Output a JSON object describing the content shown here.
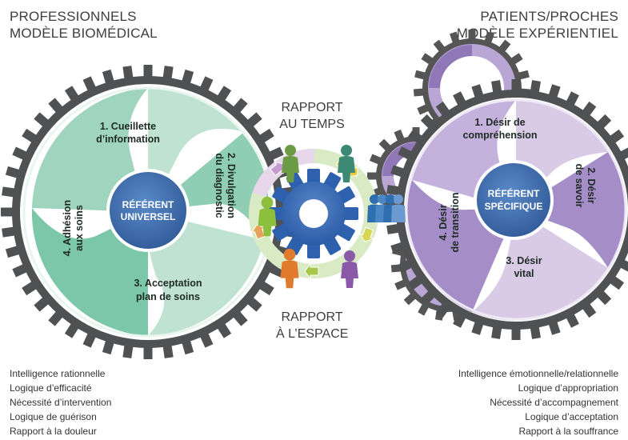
{
  "header_left": {
    "line1": "PROFESSIONNELS",
    "line2": "MODÈLE BIOMÉDICAL"
  },
  "header_right": {
    "line1": "PATIENTS/PROCHES",
    "line2": "MODÈLE EXPÉRIENTIEL"
  },
  "center": {
    "time_line1": "RAPPORT",
    "time_line2": "AU TEMPS",
    "space_line1": "RAPPORT",
    "space_line2": "À L’ESPACE"
  },
  "left_gear": {
    "referent_line1": "RÉFÉRENT",
    "referent_line2": "UNIVERSEL",
    "sector1_line1": "1. Cueillette",
    "sector1_line2": "d’information",
    "sector2_line1": "2. Divulgation",
    "sector2_line2": "du diagnostic",
    "sector3_line1": "3. Acceptation",
    "sector3_line2": "plan de soins",
    "sector4_line1": "4. Adhésion",
    "sector4_line2": "aux soins",
    "colors": {
      "outer": "#555555",
      "light": "#bfe2d3",
      "mid": "#8fcdb4",
      "dark": "#3aa58a",
      "core": "#3a6aaa"
    }
  },
  "right_gear": {
    "referent_line1": "RÉFÉRENT",
    "referent_line2": "SPÉCIFIQUE",
    "sector1_line1": "1. Désir de",
    "sector1_line2": "compréhension",
    "sector2_line1": "2. Désir",
    "sector2_line2": "de savoir",
    "sector3_line1": "3. Désir",
    "sector3_line2": "vital",
    "sector4_line1": "4. Désir",
    "sector4_line2": "de transition",
    "colors": {
      "outer": "#555555",
      "light": "#d9cbe6",
      "mid": "#b59fcf",
      "dark": "#8a70b0",
      "core": "#3a6aaa"
    }
  },
  "list_left": [
    "Intelligence rationnelle",
    "Logique d’efficacité",
    "Nécessité d’intervention",
    "Logique de guérison",
    "Rapport à la douleur"
  ],
  "list_right": [
    "Intelligence émotionnelle/relationnelle",
    "Logique d’appropriation",
    "Nécessité d’accompagnement",
    "Logique d’acceptation",
    "Rapport à la souffrance"
  ],
  "icons": [
    "person-icon",
    "group-icon",
    "gear-icon",
    "arrow-icon"
  ]
}
